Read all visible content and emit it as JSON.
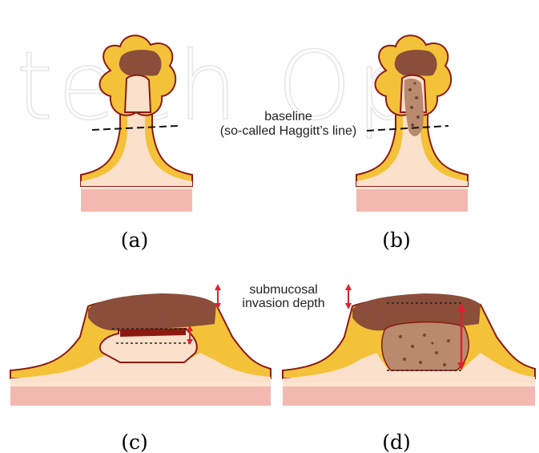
{
  "watermark": "tech Op",
  "annotations": {
    "baseline_line1": "baseline",
    "baseline_line2": "(so-called Haggitt’s line)",
    "invasion_line1": "submucosal",
    "invasion_line2": "invasion depth"
  },
  "panels": {
    "a": "(a)",
    "b": "(b)",
    "c": "(c)",
    "d": "(d)"
  },
  "colors": {
    "outline": "#8b1a12",
    "yellow": "#f4c239",
    "stalk": "#fbe0cc",
    "mucosa_band": "#f3b9b0",
    "tumor": "#8a4e3a",
    "invasion_arrow": "#e0202e"
  }
}
